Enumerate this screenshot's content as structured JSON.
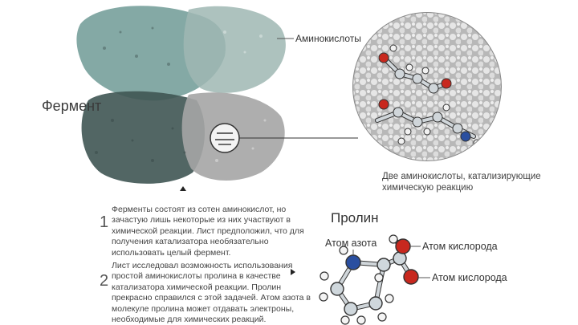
{
  "enzyme_label": "Фермент",
  "amino_acids_label": "Аминокислоты",
  "zoom_caption": "Две аминокислоты, катализирующие химическую реакцию",
  "steps": [
    {
      "number": "1",
      "text": "Ферменты состоят из сотен аминокислот, но зачастую лишь некоторые из них участвуют в химической реакции. Лист предположил, что для получения катализатора необязательно использовать целый фермент."
    },
    {
      "number": "2",
      "text": "Лист исследовал возможность использования простой аминокислоты пролина в качестве катализатора химической реакции. Пролин прекрасно справился с этой задачей. Атом азота в молекуле пролина может отдавать электроны, необходимые для химических реакций."
    }
  ],
  "proline": {
    "title": "Пролин",
    "nitrogen_label": "Атом азота",
    "oxygen_label_1": "Атом кислорода",
    "oxygen_label_2": "Атом кислорода"
  },
  "colors": {
    "teal_protein": "#5e8a86",
    "dark_protein": "#3a4a49",
    "gray_protein": "#9a9a9a",
    "nitrogen": "#2a4fa0",
    "oxygen": "#c8281e",
    "carbon": "#c9d2d8",
    "hydrogen": "#f2f2f2"
  }
}
